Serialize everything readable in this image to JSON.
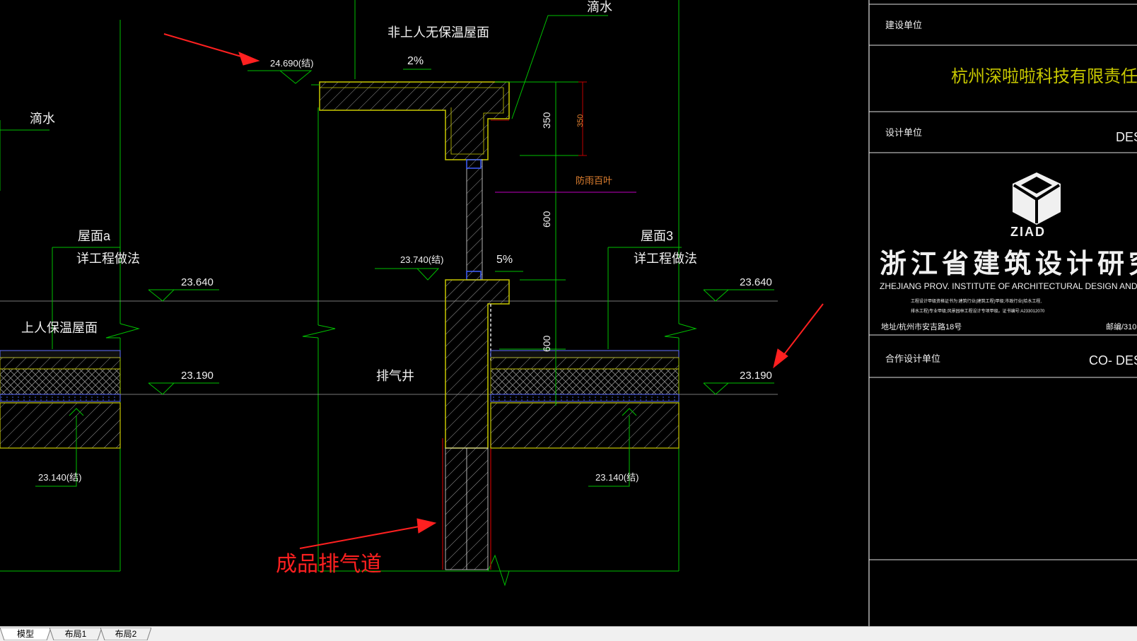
{
  "drawing": {
    "annotations": {
      "drip_top": "滴水",
      "roof_non_access": "非上人无保温屋面",
      "slope_top": "2%",
      "elev_top_struct": "24.690(结)",
      "dim_350_a": "350",
      "dim_350_b": "350",
      "rain_louver": "防雨百叶",
      "dim_600_a": "600",
      "dim_600_b": "600",
      "drip_left": "滴水",
      "roof_a": "屋面a",
      "roof_3": "屋面3",
      "see_detail_left": "详工程做法",
      "see_detail_right": "详工程做法",
      "elev_23740": "23.740(结)",
      "slope_mid": "5%",
      "elev_23640_left": "23.640",
      "elev_23640_right": "23.640",
      "roof_access_insulated": "上人保温屋面",
      "exhaust_shaft": "排气井",
      "elev_23190_left": "23.190",
      "elev_23190_right": "23.190",
      "elev_23140_left": "23.140(结)",
      "elev_23140_right": "23.140(结)",
      "prefab_exhaust_duct": "成品排气道"
    },
    "colors": {
      "line_green": "#00c000",
      "line_yellow": "#c8c800",
      "line_white": "#e0e0e0",
      "line_magenta": "#c000c0",
      "line_red": "#c00000",
      "annotation_red": "#ff2020",
      "text_white": "#f0f0f0",
      "text_orange": "#e08030"
    }
  },
  "title_block": {
    "client_label": "建设单位",
    "client_name": "杭州深啦啦科技有限责任公司",
    "designer_label": "设计单位",
    "designer_cut": "DES",
    "logo_text": "ZIAD",
    "institute_cn": "浙江省建筑设计研究",
    "institute_en": "ZHEJIANG PROV. INSTITUTE OF ARCHITECTURAL DESIGN AND RES",
    "cert_line1": "工程设计甲级资格证书为:建筑行业(建筑工程)甲级;市政行业(给水工程,",
    "cert_line2": "排水工程)专业甲级;风景园林工程设计专项甲级。证书编号:A233012070",
    "address": "地址/杭州市安吉路18号",
    "postcode": "邮编/310",
    "cooperation_label": "合作设计单位",
    "cooperation_cut": "CO- DES"
  },
  "tabs": [
    {
      "label": "模型",
      "active": true
    },
    {
      "label": "布局1",
      "active": false
    },
    {
      "label": "布局2",
      "active": false
    }
  ]
}
